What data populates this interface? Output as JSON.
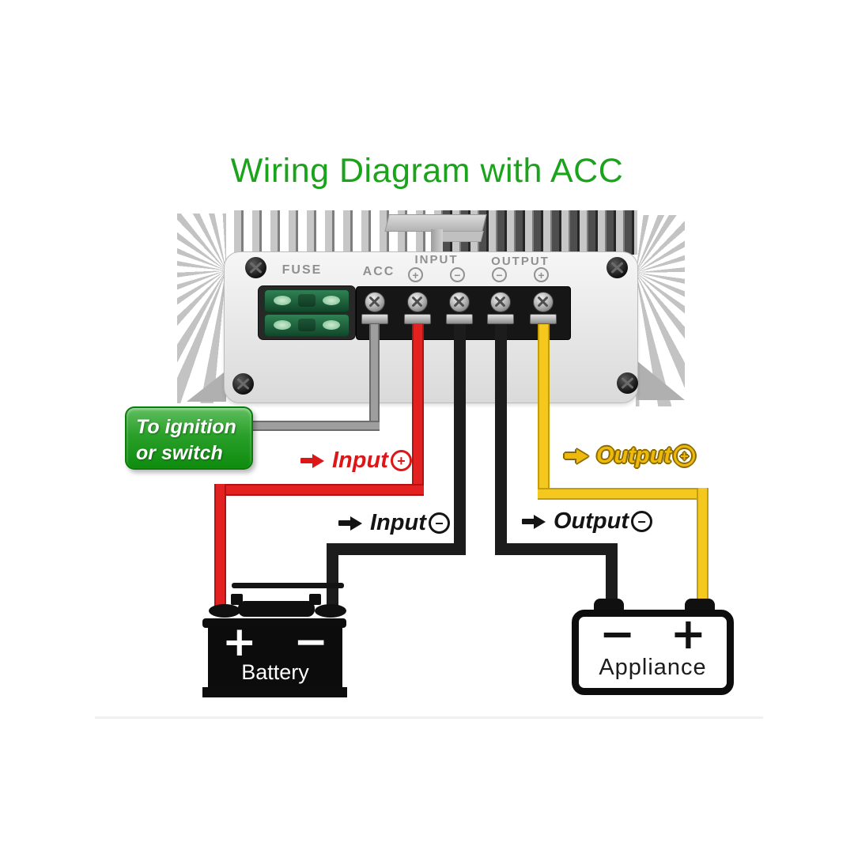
{
  "title": {
    "text": "Wiring Diagram with ACC"
  },
  "colors": {
    "title_green": "#1ba31b",
    "note_green": "#1c9a1c",
    "wire_red": "#e32121",
    "wire_yellow": "#f4c81f",
    "wire_gray": "#9e9e9e",
    "wire_black": "#1c1c1c",
    "label_red": "#dd1717",
    "label_yellow": "#ecb90c"
  },
  "device": {
    "fuse_label": "FUSE",
    "acc_label": "ACC",
    "input_label": "INPUT",
    "output_label": "OUTPUT",
    "signs": {
      "input_plus": "+",
      "input_minus": "−",
      "output_minus": "−",
      "output_plus": "+"
    }
  },
  "notes": {
    "acc": {
      "line1": "To ignition",
      "line2": "or switch"
    }
  },
  "labels": {
    "input_plus": {
      "text": "Input",
      "sign": "+"
    },
    "input_minus": {
      "text": "Input",
      "sign": "−"
    },
    "output_minus": {
      "text": "Output",
      "sign": "−"
    },
    "output_plus": {
      "text": "Output",
      "sign": "+"
    }
  },
  "battery": {
    "name": "Battery",
    "plus": "+",
    "minus": "−"
  },
  "appliance": {
    "name": "Appliance",
    "plus": "+",
    "minus": "−"
  },
  "icons": {
    "arrow_right_icon": "solid right arrow (css shape)",
    "screw_icon": "phillips screw (css circle + cross)",
    "plus_circle_icon": "circled plus",
    "minus_circle_icon": "circled minus"
  }
}
